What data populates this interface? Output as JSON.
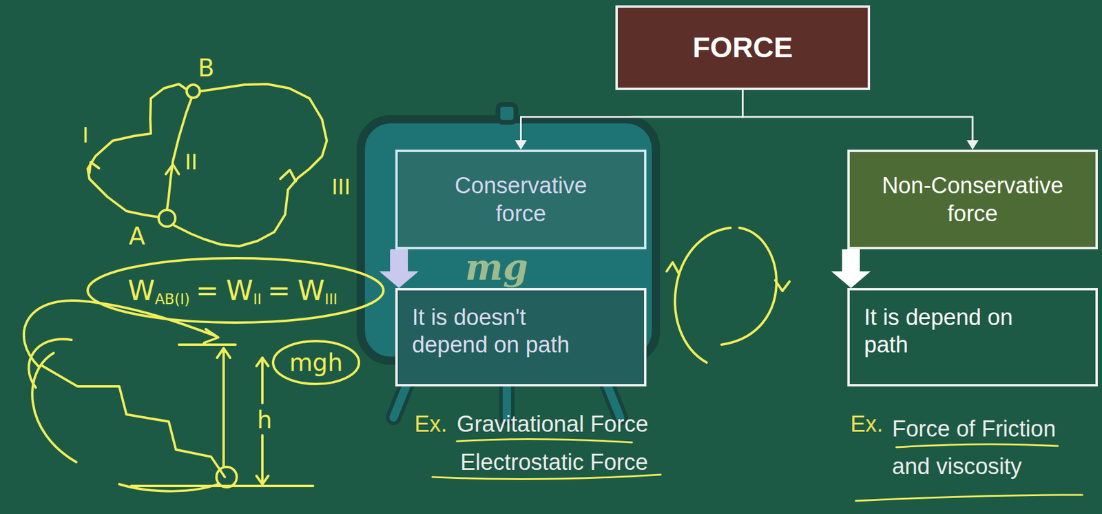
{
  "diagram": {
    "nodes": [
      {
        "text": [
          "FORCE"
        ]
      },
      {
        "text": [
          "Conservative force"
        ]
      },
      {
        "text": [
          "It is doesn't depend on path"
        ]
      },
      {
        "text": [
          "Non-Conservative force"
        ]
      },
      {
        "text": [
          "It is depend on path"
        ]
      }
    ],
    "edges": [
      {
        "from": 0,
        "to": 1,
        "arrow": "to"
      },
      {
        "from": 0,
        "to": 3,
        "arrow": "to"
      },
      {
        "from": 1,
        "to": 2,
        "arrow": "to"
      },
      {
        "from": 3,
        "to": 4,
        "arrow": "to"
      }
    ],
    "labels": [
      "B",
      "A",
      "I",
      "II",
      "III",
      "W",
      "AB(I)",
      "=",
      "W",
      "II",
      "=",
      "W",
      "III",
      "mgh",
      "h",
      "mg",
      "Ex.",
      "Gravitational Force",
      "Electrostatic Force",
      "Ex.",
      "Force of Friction and viscosity"
    ]
  }
}
